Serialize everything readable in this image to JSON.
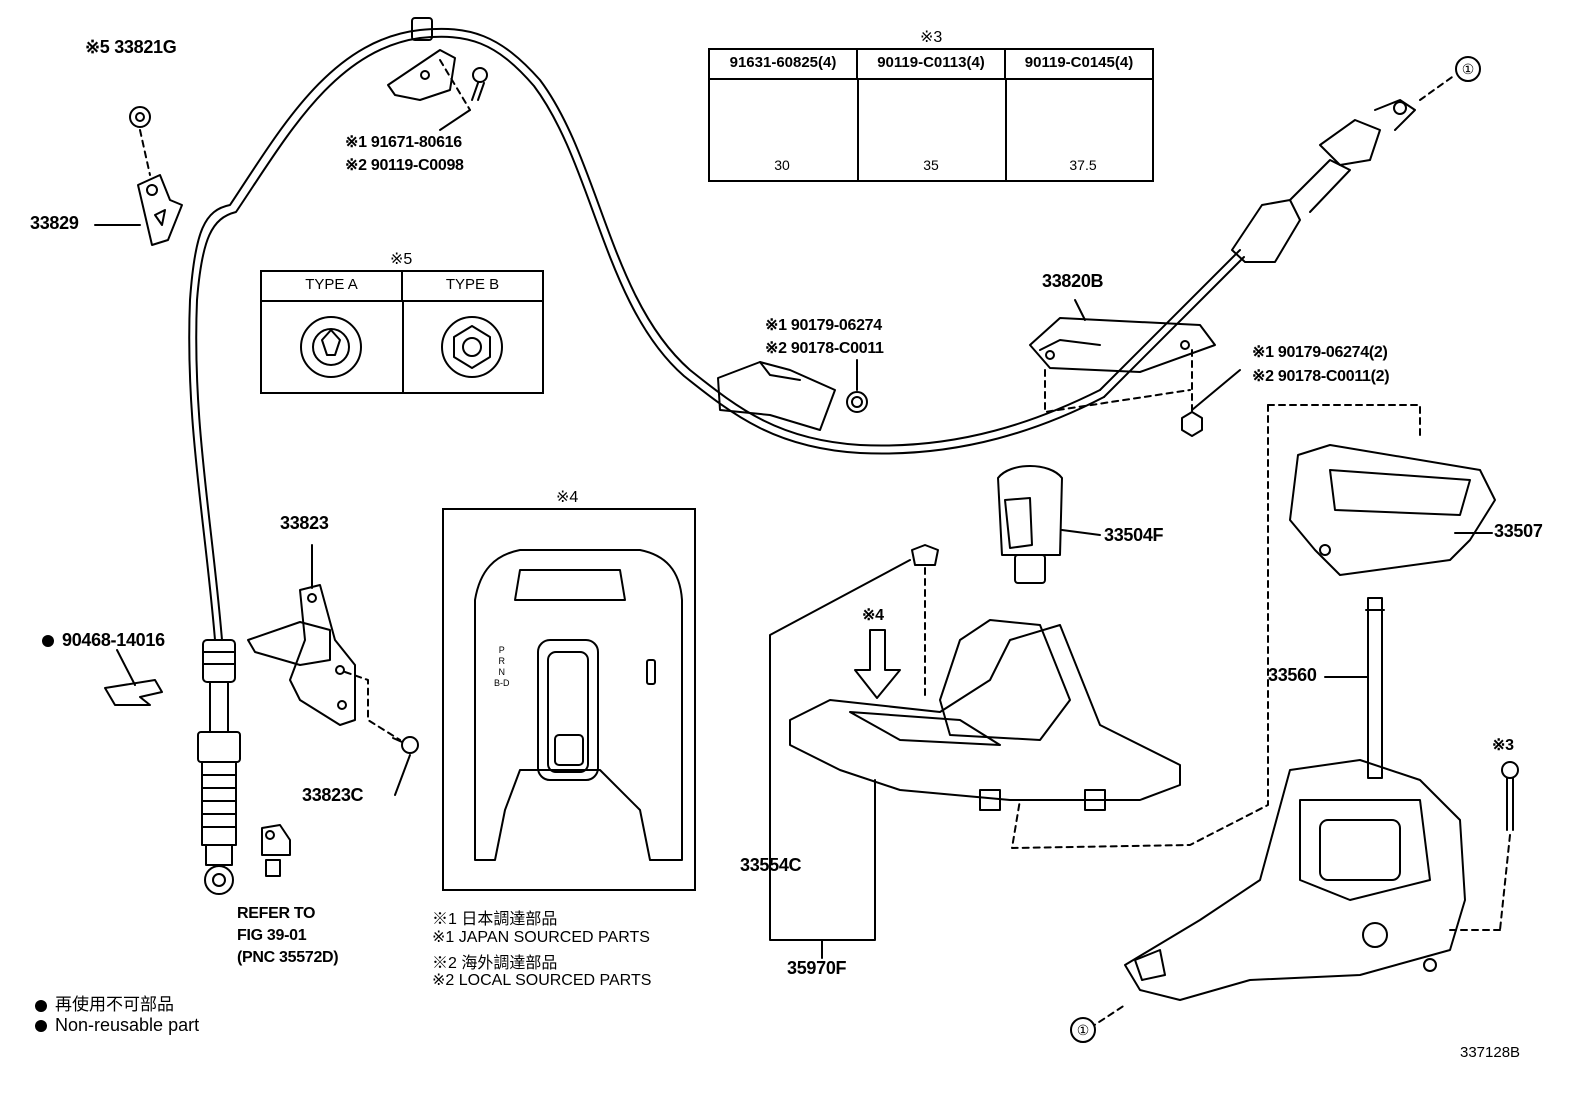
{
  "diagram_id": "337128B",
  "callouts": {
    "ref_mark": "①"
  },
  "labels": {
    "p33821g": "※5 33821G",
    "p33829": "33829",
    "p91671_80616": "※1 91671-80616",
    "p90119_c0098": "※2 90119-C0098",
    "p90179_06274": "※1 90179-06274",
    "p90178_c0011": "※2 90178-C0011",
    "p33820b": "33820B",
    "p90179_06274_2": "※1 90179-06274(2)",
    "p90178_c0011_2": "※2 90178-C0011(2)",
    "p33504f": "33504F",
    "p33507": "33507",
    "p33823": "33823",
    "p33823c": "33823C",
    "p90468_14016": "90468-14016",
    "p33554c": "33554C",
    "p35970f": "35970F",
    "p33560": "33560",
    "mark3": "※3",
    "mark4_arrow": "※4",
    "refer_line1": "REFER TO",
    "refer_line2": "FIG 39-01",
    "refer_line3": "(PNC 35572D)"
  },
  "bolt_table": {
    "mark": "※3",
    "columns": [
      {
        "part": "91631-60825(4)",
        "length": "30"
      },
      {
        "part": "90119-C0113(4)",
        "length": "35"
      },
      {
        "part": "90119-C0145(4)",
        "length": "37.5"
      }
    ]
  },
  "type_table": {
    "mark": "※5",
    "columns": [
      "TYPE A",
      "TYPE B"
    ]
  },
  "detail_box": {
    "mark": "※4",
    "shift_letters": [
      "P",
      "R",
      "N",
      "B-D"
    ]
  },
  "notes": [
    "※1 日本調達部品",
    "※1 JAPAN SOURCED PARTS",
    "※2 海外調達部品",
    "※2 LOCAL SOURCED PARTS"
  ],
  "legend": [
    "再使用不可部品",
    "Non-reusable part"
  ]
}
